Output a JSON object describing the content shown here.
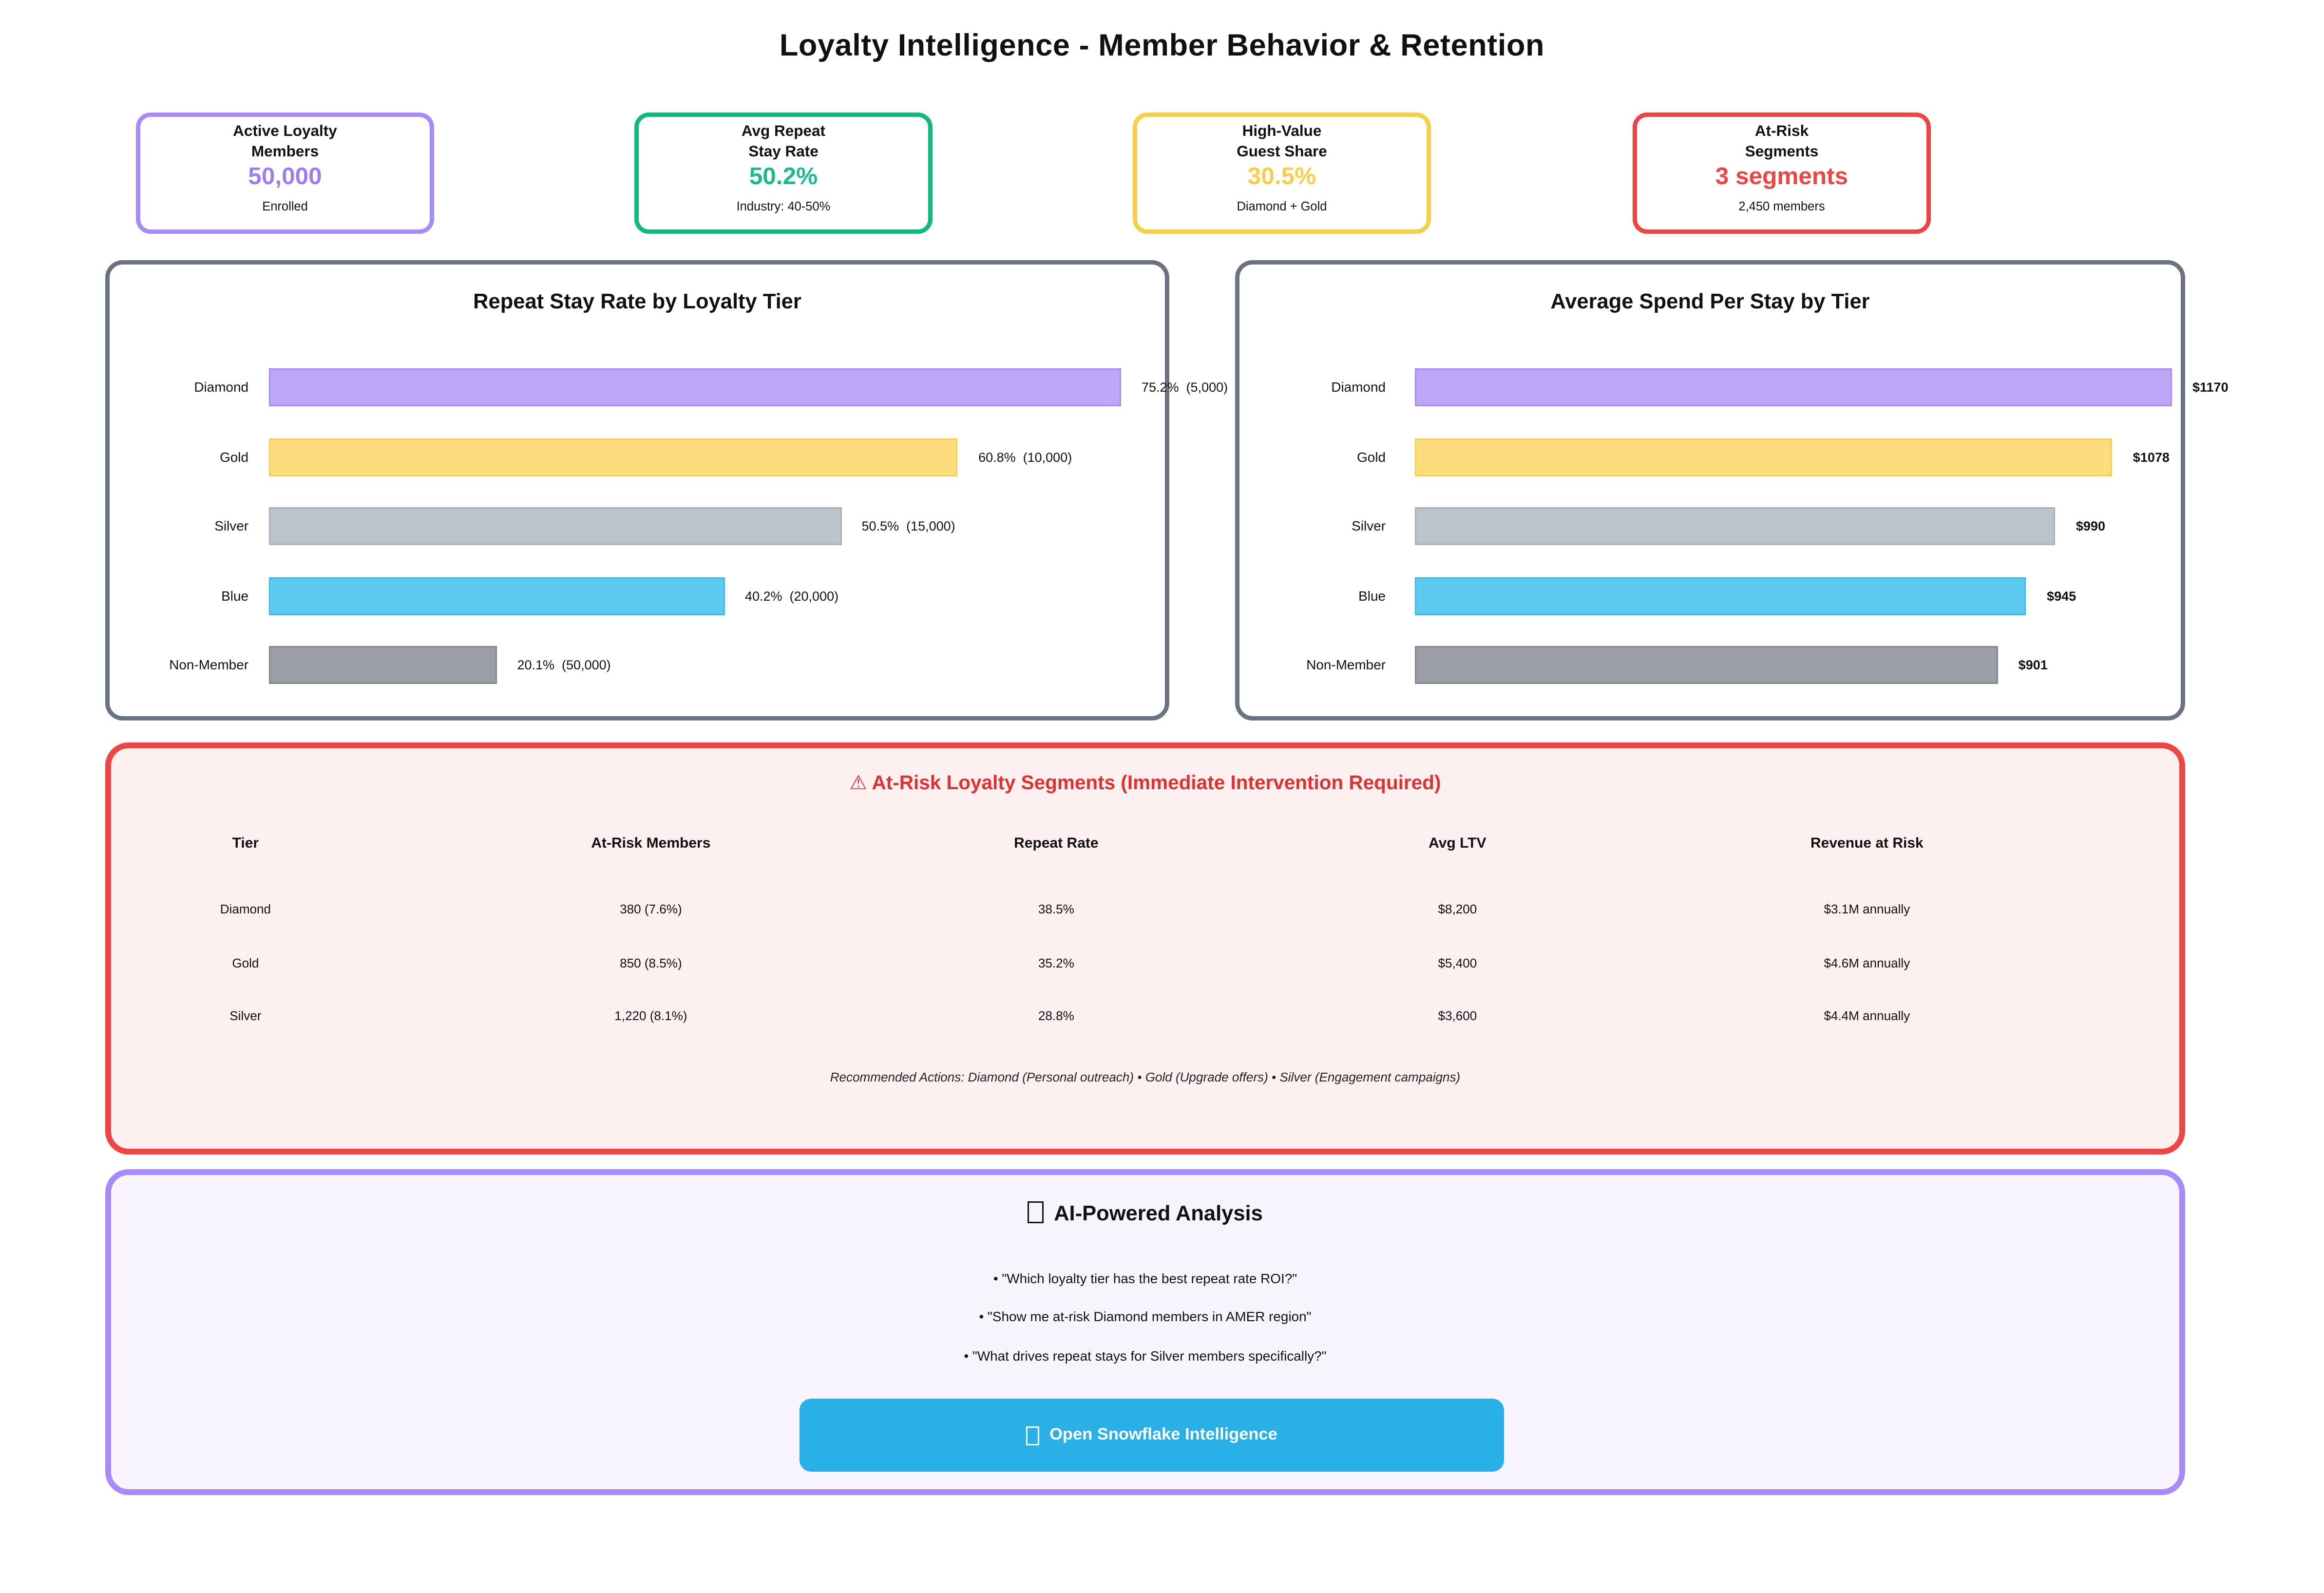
{
  "title": "Loyalty Intelligence - Member Behavior & Retention",
  "kpis": [
    {
      "label_line1": "Active Loyalty",
      "label_line2": "Members",
      "value": "50,000",
      "sub": "Enrolled",
      "accent": "#9b7ff2",
      "border": "#a78bfa"
    },
    {
      "label_line1": "Avg Repeat",
      "label_line2": "Stay Rate",
      "value": "50.2%",
      "sub": "Industry: 40-50%",
      "accent": "#1db98b",
      "border": "#10b981"
    },
    {
      "label_line1": "High-Value",
      "label_line2": "Guest Share",
      "value": "30.5%",
      "sub": "Diamond + Gold",
      "accent": "#f6cf47",
      "border": "#f6cf47"
    },
    {
      "label_line1": "At-Risk",
      "label_line2": "Segments",
      "value": "3 segments",
      "sub": "2,450 members",
      "accent": "#ee4444",
      "border": "#ee4444"
    }
  ],
  "chart_left": {
    "title": "Repeat Stay Rate by Loyalty Tier",
    "max_value": 75.2,
    "max_width": 583,
    "rows": [
      {
        "tier": "Diamond",
        "value": 75.2,
        "label": "75.2%  (5,000)",
        "fill": "#bfa7f7",
        "edge": "#a78bfa"
      },
      {
        "tier": "Gold",
        "value": 60.8,
        "label": "60.8%  (10,000)",
        "fill": "#fcdc7d",
        "edge": "#f8d04f"
      },
      {
        "tier": "Silver",
        "value": 50.5,
        "label": "50.5%  (15,000)",
        "fill": "#bdc3cc",
        "edge": "#a9afb9"
      },
      {
        "tier": "Blue",
        "value": 40.2,
        "label": "40.2%  (20,000)",
        "fill": "#5ecaef",
        "edge": "#3cbde9"
      },
      {
        "tier": "Non-Member",
        "value": 20.1,
        "label": "20.1%  (50,000)",
        "fill": "#9b9ea6",
        "edge": "#83868f"
      }
    ]
  },
  "chart_right": {
    "title": "Average Spend Per Stay by Tier",
    "max_value": 1170,
    "max_width": 518,
    "rows": [
      {
        "tier": "Diamond",
        "value": 1170,
        "label": "$1170",
        "fill": "#bfa7f7",
        "edge": "#a78bfa"
      },
      {
        "tier": "Gold",
        "value": 1078,
        "label": "$1078",
        "fill": "#fcdc7d",
        "edge": "#f8d04f"
      },
      {
        "tier": "Silver",
        "value": 990,
        "label": "$990",
        "fill": "#bdc3cc",
        "edge": "#a9afb9"
      },
      {
        "tier": "Blue",
        "value": 945,
        "label": "$945",
        "fill": "#5ecaef",
        "edge": "#3cbde9"
      },
      {
        "tier": "Non-Member",
        "value": 901,
        "label": "$901",
        "fill": "#9b9ea6",
        "edge": "#83868f"
      }
    ]
  },
  "chart_data": [
    {
      "type": "bar",
      "orientation": "horizontal",
      "title": "Repeat Stay Rate by Loyalty Tier",
      "categories": [
        "Diamond",
        "Gold",
        "Silver",
        "Blue",
        "Non-Member"
      ],
      "values": [
        75.2,
        60.8,
        50.5,
        40.2,
        20.1
      ],
      "value_unit": "%",
      "member_counts": [
        5000,
        10000,
        15000,
        20000,
        50000
      ],
      "bar_labels": [
        "75.2%  (5,000)",
        "60.8%  (10,000)",
        "50.5%  (15,000)",
        "40.2%  (20,000)",
        "20.1%  (50,000)"
      ],
      "colors": [
        "#bfa7f7",
        "#fcdc7d",
        "#bdc3cc",
        "#5ecaef",
        "#9b9ea6"
      ],
      "xlabel": "",
      "ylabel": "",
      "xlim": [
        0,
        80
      ],
      "grid": false,
      "legend": false
    },
    {
      "type": "bar",
      "orientation": "horizontal",
      "title": "Average Spend Per Stay by Tier",
      "categories": [
        "Diamond",
        "Gold",
        "Silver",
        "Blue",
        "Non-Member"
      ],
      "values": [
        1170,
        1078,
        990,
        945,
        901
      ],
      "value_unit": "USD",
      "bar_labels": [
        "$1170",
        "$1078",
        "$990",
        "$945",
        "$901"
      ],
      "colors": [
        "#bfa7f7",
        "#fcdc7d",
        "#bdc3cc",
        "#5ecaef",
        "#9b9ea6"
      ],
      "xlabel": "",
      "ylabel": "",
      "xlim": [
        0,
        1200
      ],
      "grid": false,
      "legend": false
    }
  ],
  "risk": {
    "heading": "⚠ At-Risk Loyalty Segments (Immediate Intervention Required)",
    "heading_color": "#e03131",
    "headers": [
      "Tier",
      "At-Risk Members",
      "Repeat Rate",
      "Avg LTV",
      "Revenue at Risk"
    ],
    "rows": [
      [
        "Diamond",
        "380 (7.6%)",
        "38.5%",
        "$8,200",
        "$3.1M annually"
      ],
      [
        "Gold",
        "850 (8.5%)",
        "35.2%",
        "$5,400",
        "$4.6M annually"
      ],
      [
        "Silver",
        "1,220 (8.1%)",
        "28.8%",
        "$3,600",
        "$4.4M annually"
      ]
    ],
    "note": "Recommended Actions: Diamond (Personal outreach) • Gold (Upgrade offers) • Silver (Engagement campaigns)"
  },
  "ai": {
    "heading": "AI-Powered Analysis",
    "bullets": [
      "• \"Which loyalty tier has the best repeat rate ROI?\"",
      "• \"Show me at-risk Diamond members in AMER region\"",
      "• \"What drives repeat stays for Silver members specifically?\""
    ],
    "button_label": "Open Snowflake Intelligence",
    "button_color": "#29b0e6"
  }
}
